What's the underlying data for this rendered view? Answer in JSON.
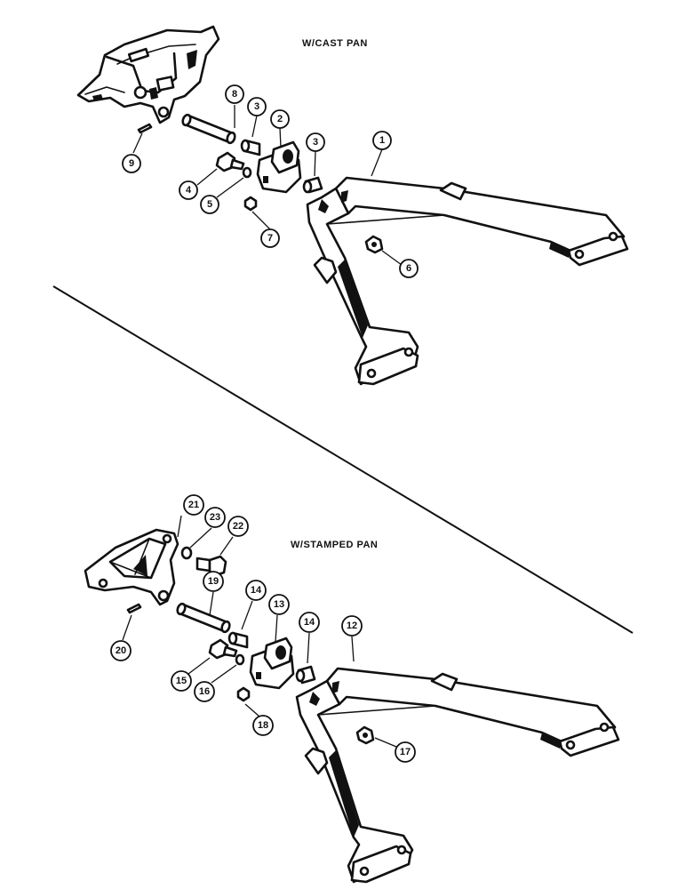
{
  "titles": {
    "cast_pan": "W/CAST PAN",
    "stamped_pan": "W/STAMPED PAN"
  },
  "callouts": {
    "upper": [
      "1",
      "2",
      "3",
      "3",
      "4",
      "5",
      "6",
      "7",
      "8",
      "9"
    ],
    "lower": [
      "12",
      "13",
      "14",
      "14",
      "15",
      "16",
      "17",
      "18",
      "19",
      "20",
      "21",
      "22",
      "23"
    ]
  }
}
